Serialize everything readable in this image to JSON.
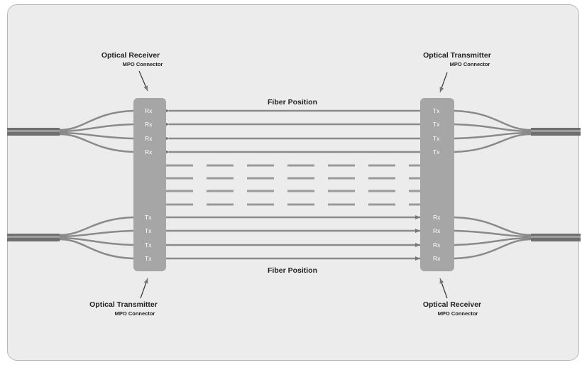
{
  "top_left": {
    "title": "Optical Receiver",
    "subtitle": "MPO Connector"
  },
  "top_right": {
    "title": "Optical Transmitter",
    "subtitle": "MPO Connector"
  },
  "bottom_left": {
    "title": "Optical Transmitter",
    "subtitle": "MPO Connector"
  },
  "bottom_right": {
    "title": "Optical Receiver",
    "subtitle": "MPO Connector"
  },
  "fiber_position_top": "Fiber Position",
  "fiber_position_bottom": "Fiber Position",
  "left_connector": {
    "top_pins": [
      "Rx",
      "Rx",
      "Rx",
      "Rx"
    ],
    "bottom_pins": [
      "Tx",
      "Tx",
      "Tx",
      "Tx"
    ]
  },
  "right_connector": {
    "top_pins": [
      "Tx",
      "Tx",
      "Tx",
      "Tx"
    ],
    "bottom_pins": [
      "Rx",
      "Rx",
      "Rx",
      "Rx"
    ]
  },
  "colors": {
    "background": "#ececec",
    "connector": "#a6a6a6",
    "fiber": "#8a8a8a",
    "cable": "#6f6f6f",
    "unused_fiber": "#9a9a9a"
  }
}
